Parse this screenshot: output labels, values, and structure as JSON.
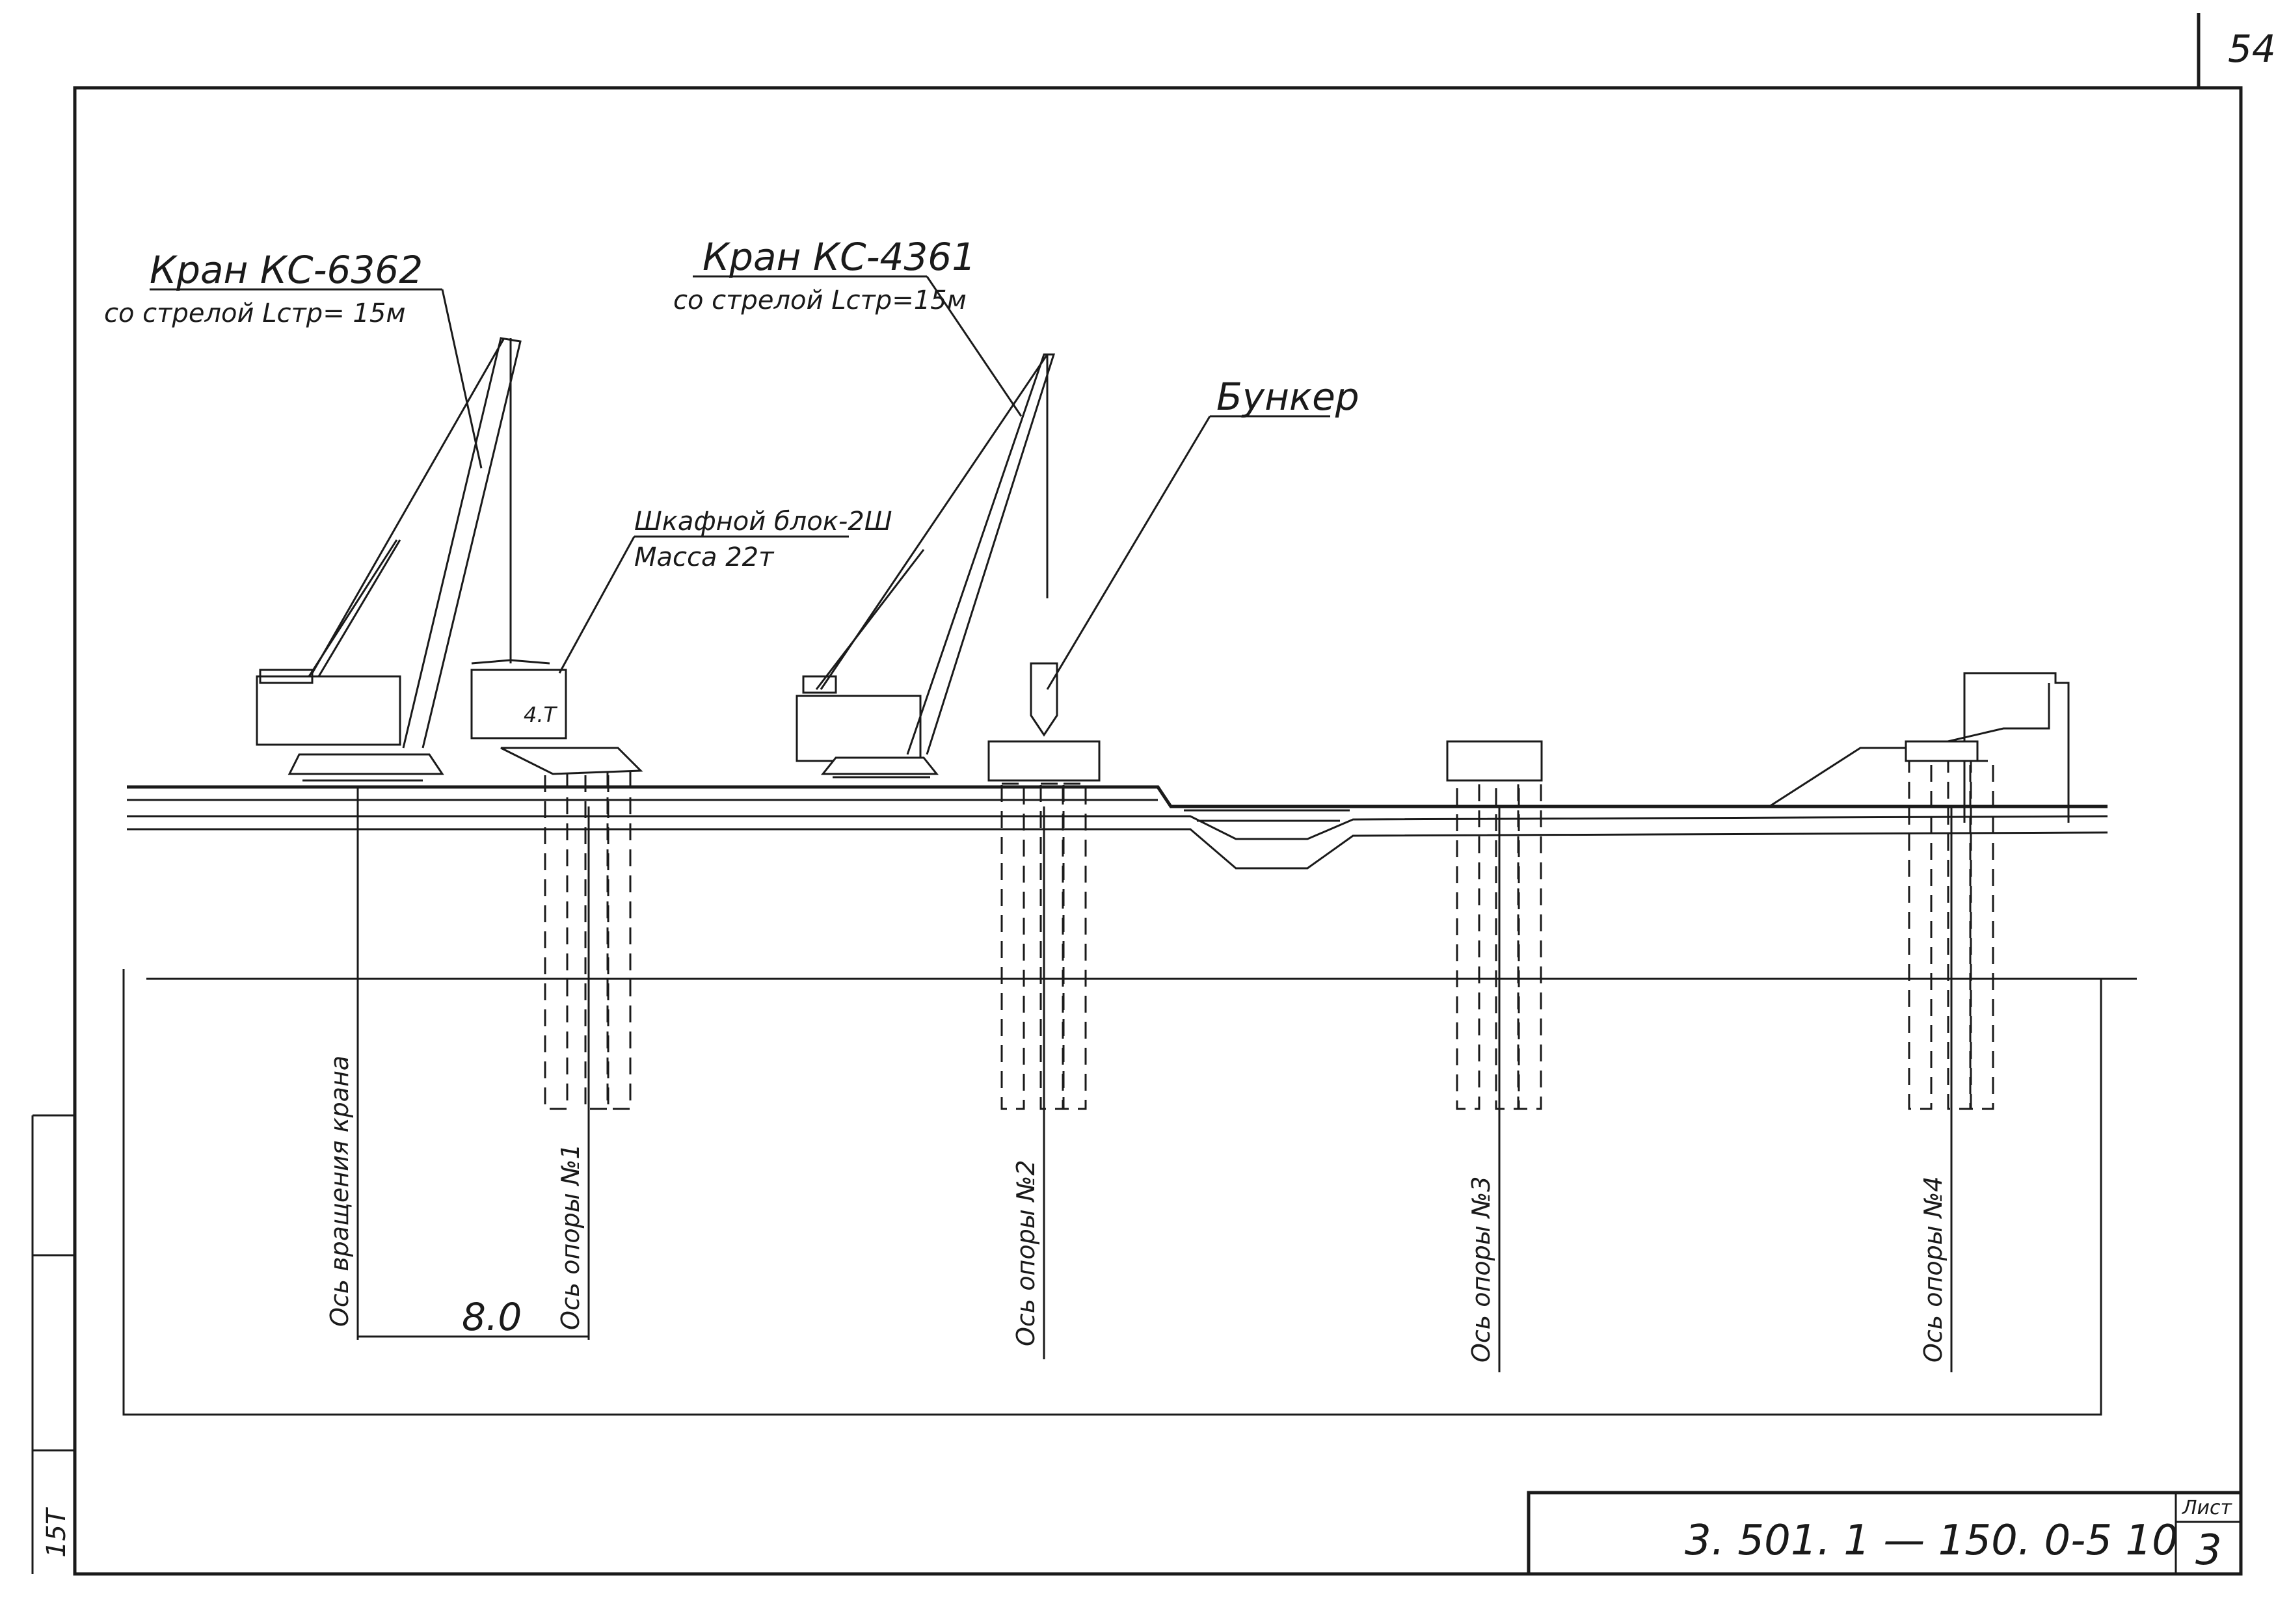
{
  "sheet": {
    "page_number": "54",
    "code": "3. 501. 1 — 150. 0-5 10",
    "sheet_label": "Лист",
    "sheet_number": "3",
    "side_note": "15Т"
  },
  "labels": {
    "crane1_title": "Кран КС-6362",
    "crane1_boom": "со стрелой Lстр= 15м",
    "crane2_title": "Кран КС-4361",
    "crane2_boom": "со стрелой Lстр=15м",
    "block_title": "Шкафной блок-2Ш",
    "block_mass": "Масса 22т",
    "hopper": "Бункер",
    "load_mark": "4.Т"
  },
  "axes": {
    "crane_rotation": "Ось вращения крана",
    "support1": "Ось опоры №1",
    "support2": "Ось опоры №2",
    "support3": "Ось опоры №3",
    "support4": "Ось опоры №4"
  },
  "dimension": {
    "crane_to_support1": "8.0"
  }
}
